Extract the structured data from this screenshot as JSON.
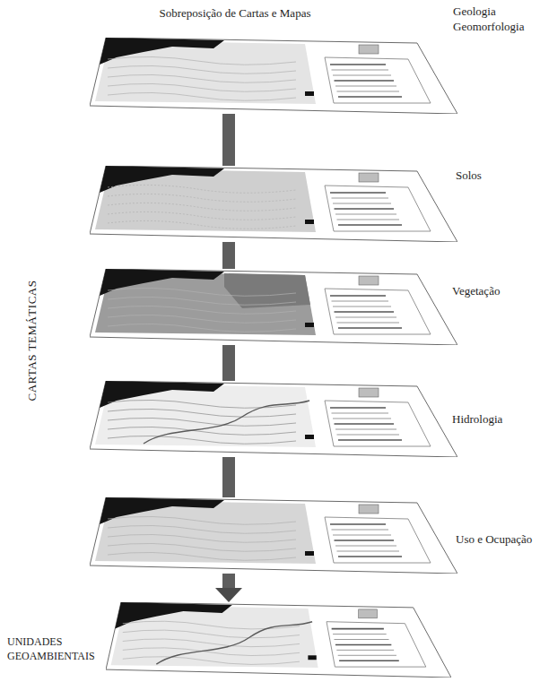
{
  "diagram": {
    "title": "Sobreposição de Cartas e Mapas",
    "nodes": [
      {
        "text": [
          "Geologia Geomorfologia"
        ]
      },
      {
        "text": [
          "Solos"
        ]
      },
      {
        "text": [
          "Vegetação"
        ]
      },
      {
        "text": [
          "Hidrologia"
        ]
      },
      {
        "text": [
          "Uso e Ocupação"
        ]
      },
      {
        "text": [
          "UNIDADES GEOAMBIENTAIS"
        ]
      }
    ],
    "edges": [
      {
        "from": 0,
        "to": 1,
        "arrow": "none"
      },
      {
        "from": 1,
        "to": 2,
        "arrow": "none"
      },
      {
        "from": 2,
        "to": 3,
        "arrow": "none"
      },
      {
        "from": 3,
        "to": 4,
        "arrow": "none"
      },
      {
        "from": 4,
        "to": 5,
        "arrow": "to"
      }
    ],
    "labels": [
      "CARTAS TEMÁTICAS"
    ]
  }
}
